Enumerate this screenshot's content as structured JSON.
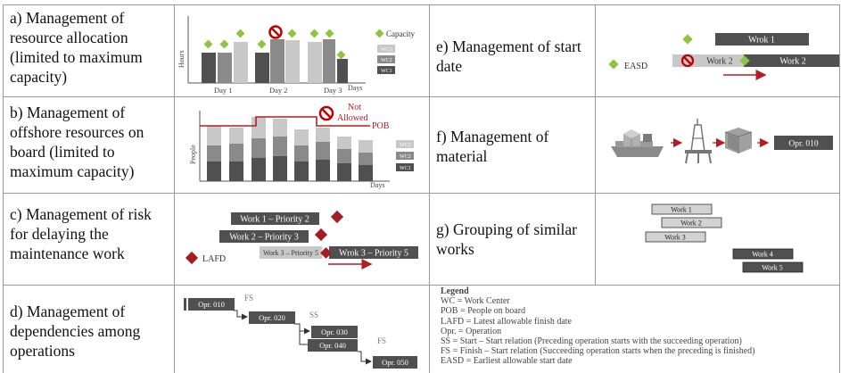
{
  "rows": [
    {
      "left": "a) Management of resource allocation (limited to maximum capacity)",
      "right": "e) Management of start date"
    },
    {
      "left": "b) Management of offshore resources on board (limited to maximum capacity)",
      "right": "f) Management of material"
    },
    {
      "left": "c) Management of risk for delaying the maintenance work",
      "right": "g) Grouping of similar works"
    },
    {
      "left": "d) Management of dependencies among operations",
      "right": ""
    }
  ],
  "label_lines": {
    "a": [
      "a) Management of",
      "resource allocation",
      "(limited to maximum",
      "capacity)"
    ],
    "b": [
      "b) Management of",
      "offshore resources on",
      "board (limited to",
      "maximum capacity)"
    ],
    "c": [
      "c) Management of risk",
      "for delaying the",
      "maintenance work"
    ],
    "d": [
      "d) Management of",
      "dependencies among",
      "operations"
    ],
    "e": [
      "e) Management of start",
      "date"
    ],
    "f": [
      "f) Management of",
      "material"
    ],
    "g": [
      "g) Grouping of similar",
      "works"
    ]
  },
  "colors": {
    "dark": "#505050",
    "mid": "#8a8a8a",
    "light": "#c8c8c8",
    "green": "#8cc63f",
    "red": "#c00000",
    "line": "#b01e23"
  },
  "panel_a": {
    "y_axis": "Hours",
    "x_axis": "Days",
    "days": [
      "Day 1",
      "Day 2",
      "Day 3"
    ],
    "legend": {
      "capacity": "Capacity",
      "stack": [
        "WC3",
        "WC2",
        "WC1"
      ]
    }
  },
  "panel_b": {
    "y_axis": "People",
    "x_axis": "Days",
    "limit": "POB",
    "not_allowed": "Not Allowed",
    "legend": [
      "WC3",
      "WC2",
      "WC1"
    ]
  },
  "panel_c": {
    "bars": [
      "Work 1 – Priority 2",
      "Work 2 – Priority 3",
      "Work 3 – Priority 5",
      "Wrok 3 – Priority 5"
    ],
    "marker": "LAFD"
  },
  "panel_d": {
    "ops": [
      "Opr. 010",
      "Opr. 020",
      "Opr. 030",
      "Opr. 040",
      "Opr. 050"
    ],
    "relations": [
      "FS",
      "SS",
      "FS"
    ]
  },
  "panel_e": {
    "bars": [
      "Wrok 1",
      "Work 2",
      "Work 2"
    ],
    "marker": "EASD"
  },
  "panel_f": {
    "op": "Opr. 010"
  },
  "panel_g": {
    "bars": [
      "Work 1",
      "Work 2",
      "Work 3",
      "Work 4",
      "Work 5"
    ]
  },
  "legend": {
    "title": "Legend",
    "items": [
      "WC = Work Center",
      "POB = People on board",
      "LAFD = Latest allowable finish date",
      "Opr. = Operation",
      "SS = Start – Start relation (Preceding operation starts with the succeeding operation)",
      "FS = Finish – Start relation (Succeeding operation starts when the preceding is finished)",
      "EASD = Earliest allowable start date"
    ]
  }
}
